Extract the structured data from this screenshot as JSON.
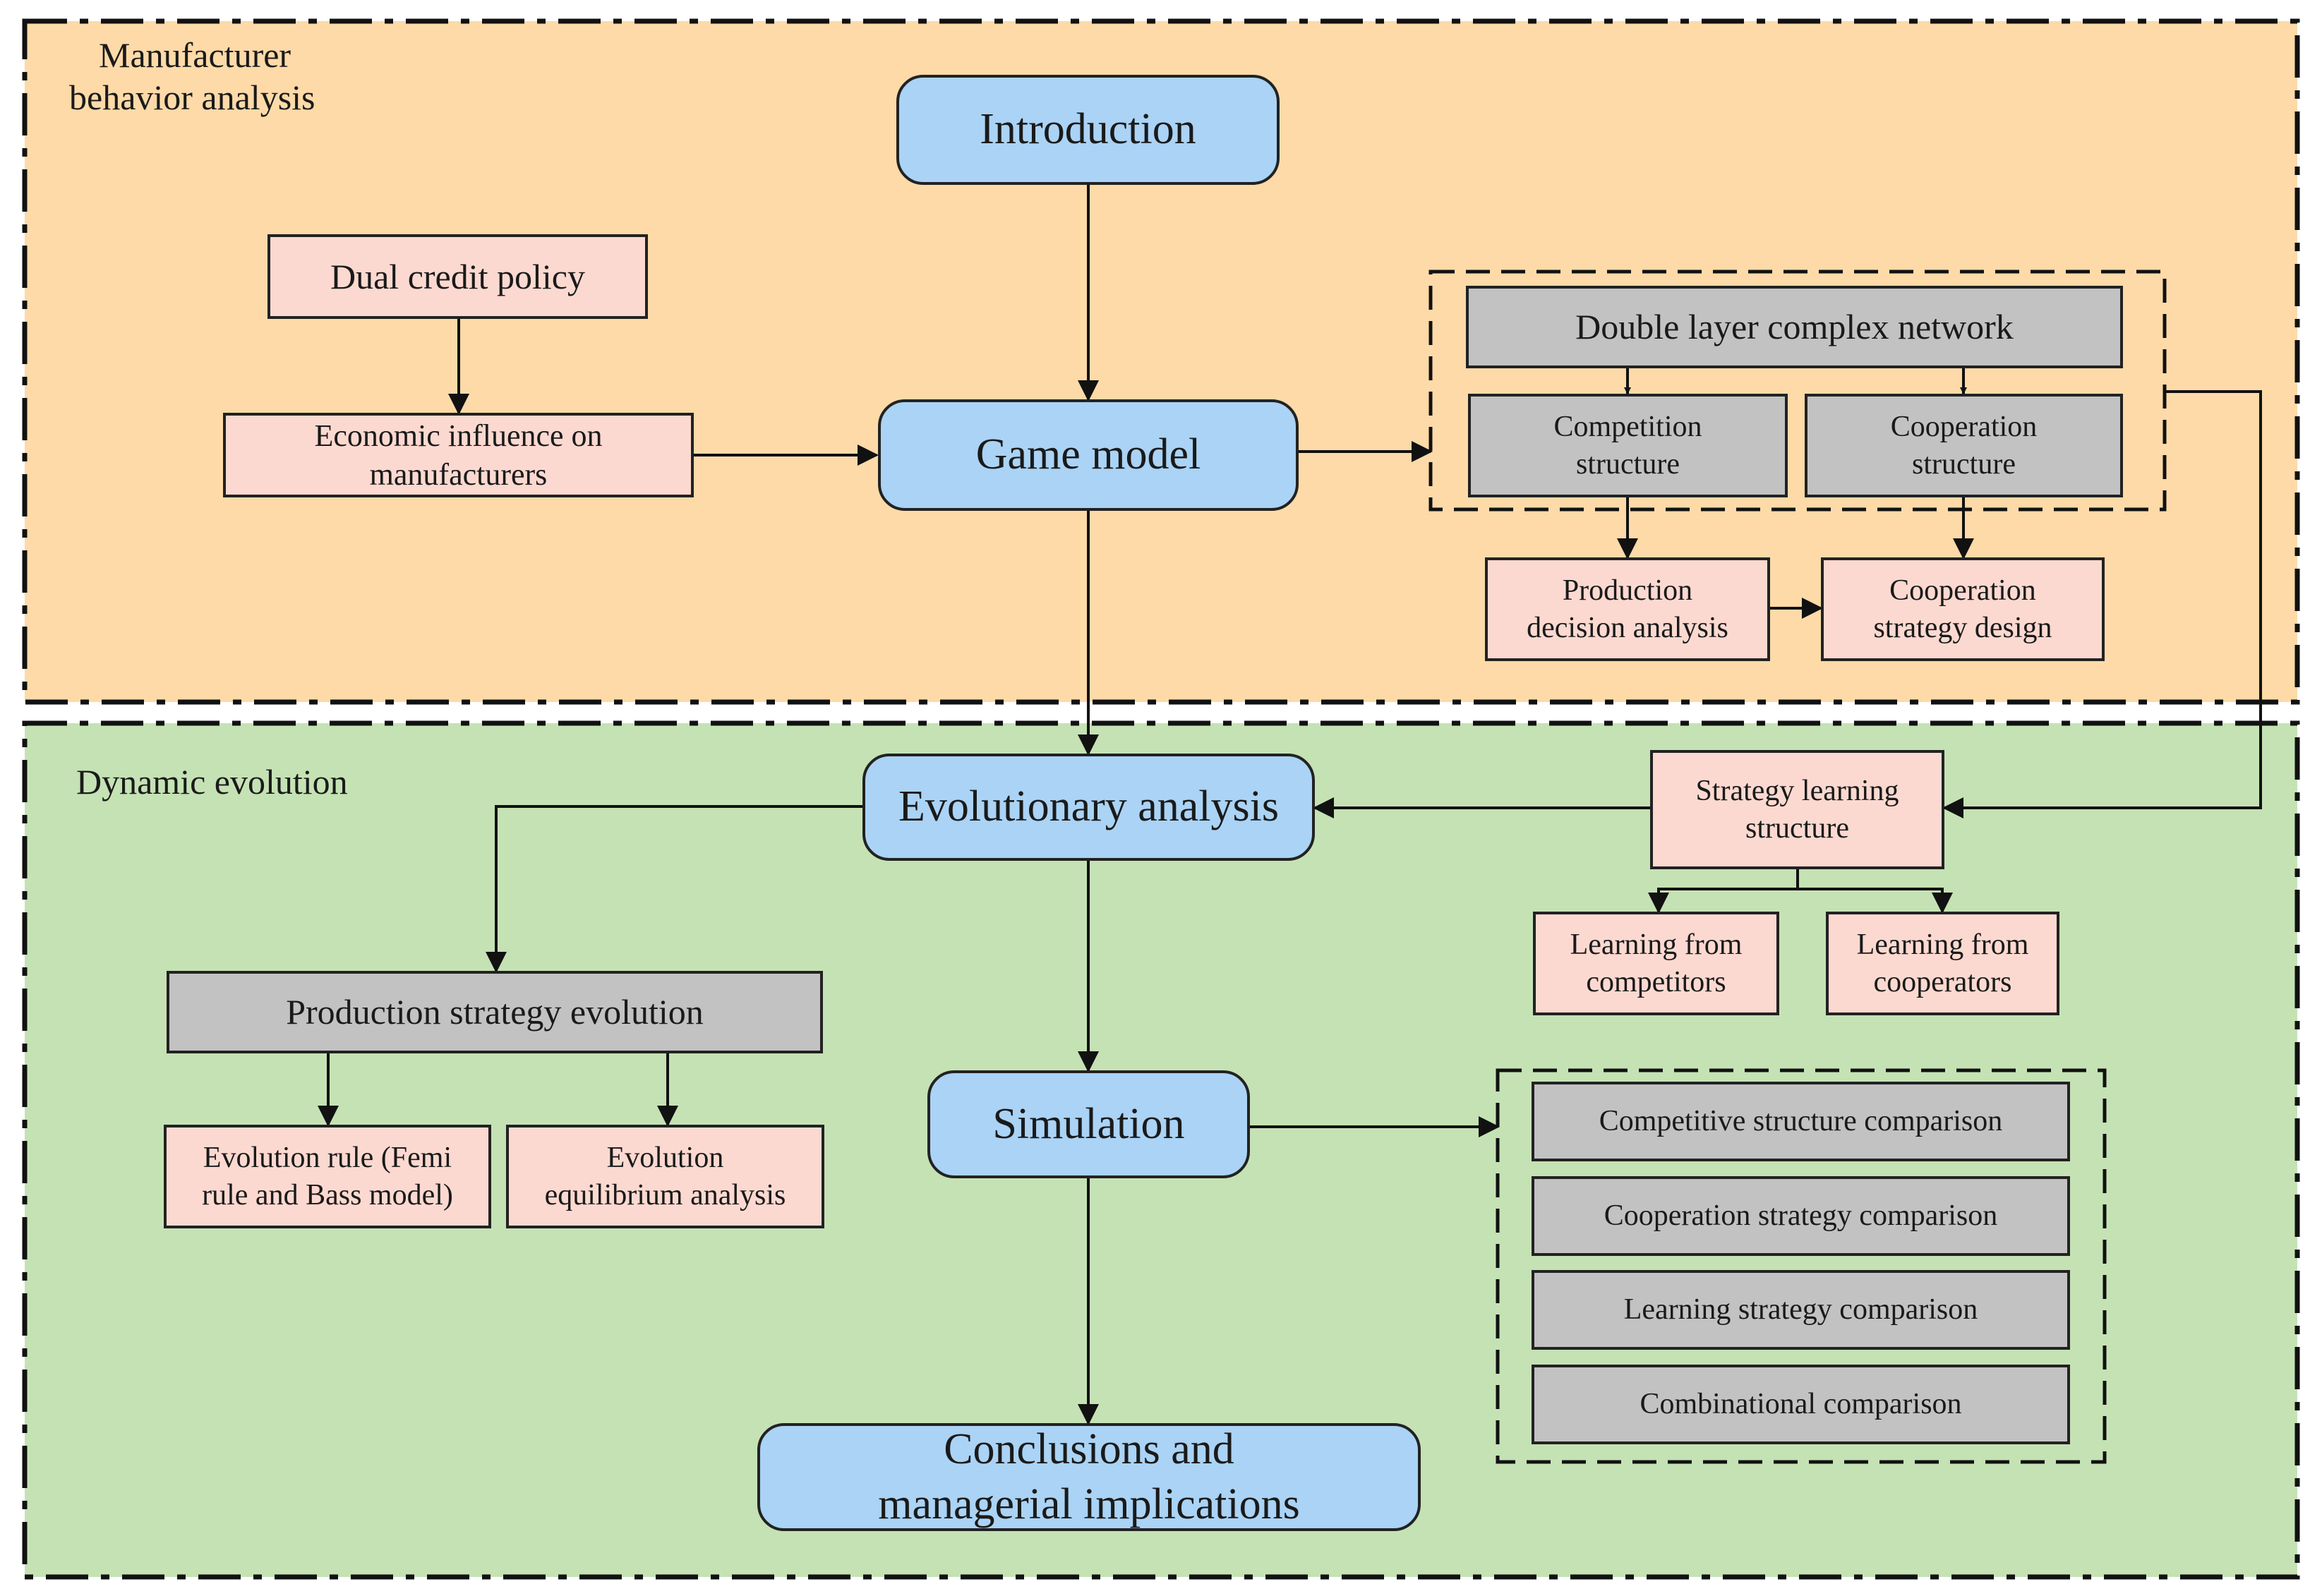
{
  "regions": {
    "manufacturer": {
      "label_line1": "Manufacturer",
      "label_line2": "behavior analysis",
      "color": "#fddaa8"
    },
    "dynamic": {
      "label": "Dynamic evolution",
      "color": "#c5e2b4"
    }
  },
  "nodes": {
    "introduction": "Introduction",
    "dual_credit": "Dual credit policy",
    "economic_line1": "Economic influence on",
    "economic_line2": "manufacturers",
    "game_model": "Game model",
    "double_layer": "Double layer complex network",
    "competition_line1": "Competition",
    "competition_line2": "structure",
    "cooperation_line1": "Cooperation",
    "cooperation_line2": "structure",
    "production_decision_line1": "Production",
    "production_decision_line2": "decision analysis",
    "coop_strategy_line1": "Cooperation",
    "coop_strategy_line2": "strategy design",
    "evolutionary": "Evolutionary analysis",
    "strategy_learning_line1": "Strategy learning",
    "strategy_learning_line2": "structure",
    "learn_competitors_line1": "Learning from",
    "learn_competitors_line2": "competitors",
    "learn_cooperators_line1": "Learning from",
    "learn_cooperators_line2": "cooperators",
    "production_evolution": "Production strategy evolution",
    "evolution_rule_line1": "Evolution rule (Femi",
    "evolution_rule_line2": "rule and Bass model)",
    "evolution_equilibrium_line1": "Evolution",
    "evolution_equilibrium_line2": "equilibrium analysis",
    "simulation": "Simulation",
    "conclusions_line1": "Conclusions and",
    "conclusions_line2": "managerial implications",
    "comparisons": [
      "Competitive structure comparison",
      "Cooperation strategy comparison",
      "Learning strategy comparison",
      "Combinational comparison"
    ]
  },
  "colors": {
    "rounded_fill": "#aad3f5",
    "pink_fill": "#fcd9d0",
    "gray_fill": "#c2c2c2"
  }
}
